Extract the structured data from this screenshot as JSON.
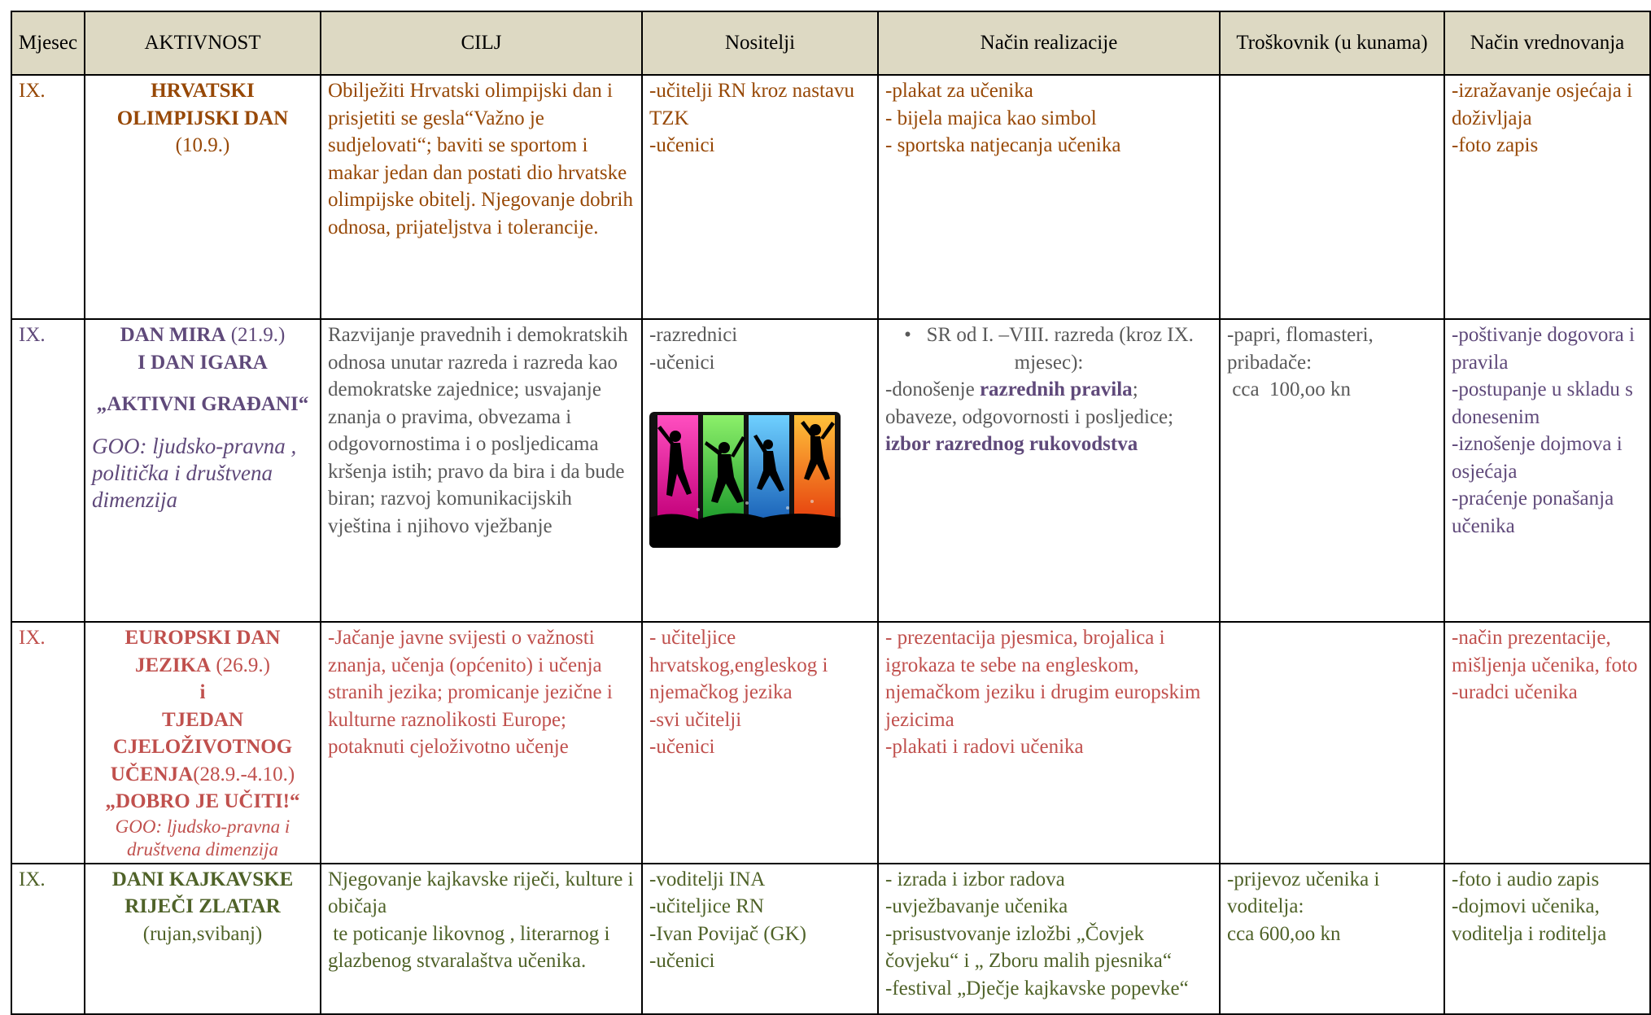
{
  "header": {
    "month": "Mjesec",
    "activity": "AKTIVNOST",
    "goal": "CILJ",
    "carriers": "Nositelji",
    "method": "Način realizacije",
    "cost": "Troškovnik (u kunama)",
    "evaluation": "Način vrednovanja"
  },
  "rows": [
    {
      "month": "IX.",
      "activity_title": "HRVATSKI OLIMPIJSKI DAN",
      "activity_date": "(10.9.)",
      "goal": "Obilježiti Hrvatski olimpijski dan i prisjetiti se gesla“Važno je sudjelovati“; baviti se sportom i makar jedan dan postati dio hrvatske olimpijske obitelj. Njegovanje dobrih odnosa, prijateljstva i tolerancije.",
      "carriers": [
        "-učitelji RN kroz nastavu TZK",
        "-učenici"
      ],
      "method": [
        "-plakat za učenika",
        "- bijela majica kao simbol",
        "- sportska natjecanja učenika"
      ],
      "cost": "",
      "evaluation": [
        "-izražavanje osjećaja i doživljaja",
        "-foto zapis"
      ]
    },
    {
      "month": "IX.",
      "activity_title1": "DAN MIRA",
      "activity_date1": " (21.9.)",
      "activity_title2": "I DAN IGARA",
      "activity_title3": "„AKTIVNI GRAĐANI“",
      "activity_goo": "GOO: ljudsko-pravna , politička i društvena dimenzija",
      "goal": " Razvijanje pravednih i demokratskih odnosa unutar razreda i razreda kao demokratske zajednice; usvajanje znanja o pravima, obvezama i odgovornostima i o posljedicama kršenja istih; pravo da bira i da bude biran; razvoj komunikacijskih vještina i njihovo vježbanje",
      "carriers": [
        "-razrednici",
        "-učenici"
      ],
      "method_bullet": "SR od I. –VIII. razreda (kroz IX. mjesec):",
      "method_a": "-donošenje ",
      "method_b": "razrednih pravila",
      "method_c": "; obaveze, odgovornosti i posljedice; ",
      "method_d": "izbor razrednog rukovodstva",
      "cost": [
        "-papri, flomasteri, pribadače:",
        " cca  100,oo kn"
      ],
      "evaluation": [
        "-poštivanje dogovora i pravila",
        "-postupanje u skladu s donesenim",
        "-iznošenje dojmova i osjećaja",
        "-praćenje ponašanja učenika"
      ]
    },
    {
      "month": "IX.",
      "activity_title1": "EUROPSKI DAN JEZIKA",
      "activity_date1": " (26.9.)",
      "activity_and": "i",
      "activity_title2": "TJEDAN CJELOŽIVOTNOG UČENJA",
      "activity_date2": "(28.9.-4.10.)",
      "activity_motto": "„DOBRO JE UČITI!“",
      "activity_goo": "GOO: ljudsko-pravna i društvena dimenzija",
      "goal": "-Jačanje javne svijesti o važnosti znanja, učenja (općenito) i učenja stranih jezika; promicanje jezične i kulturne raznolikosti Europe; potaknuti cjeloživotno učenje",
      "carriers": [
        "- učiteljice hrvatskog,engleskog i njemačkog  jezika",
        "-svi učitelji",
        "-učenici"
      ],
      "method": [
        "- prezentacija pjesmica, brojalica i igrokaza te sebe na engleskom, njemačkom jeziku i drugim europskim  jezicima",
        "-plakati i radovi učenika"
      ],
      "cost": "",
      "evaluation": [
        "-način prezentacije, mišljenja učenika, foto",
        "-uradci učenika"
      ]
    },
    {
      "month": "IX.",
      "activity_title": "DANI KAJKAVSKE RIJEČI ZLATAR",
      "activity_date": "(rujan,svibanj)",
      "goal": [
        "Njegovanje kajkavske riječi, kulture i običaja",
        " te poticanje likovnog , literarnog i glazbenog stvaralaštva učenika."
      ],
      "carriers": [
        "-voditelji INA",
        "-učiteljice RN",
        "-Ivan Povijač (GK)",
        "-učenici"
      ],
      "method": [
        "- izrada i izbor  radova",
        "-uvježbavanje učenika",
        "-prisustvovanje izložbi „Čovjek čovjeku“ i „ Zboru malih pjesnika“",
        "-festival „Dječje kajkavske popevke“"
      ],
      "cost": [
        "-prijevoz učenika i voditelja:",
        "cca  600,oo kn"
      ],
      "evaluation": [
        "-foto i audio zapis",
        "-dojmovi učenika, voditelja i roditelja"
      ]
    }
  ],
  "image": {
    "description_icon": "dancing-silhouettes-image",
    "colors": [
      "#e51c8c",
      "#3fc84a",
      "#2e8fd8",
      "#f05a1a"
    ]
  }
}
